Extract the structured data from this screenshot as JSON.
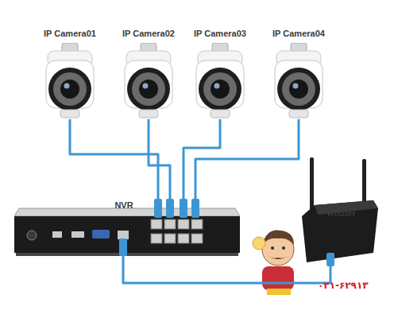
{
  "diagram": {
    "nodes": [
      {
        "text": [
          "IP Camera01"
        ]
      },
      {
        "text": [
          "IP Camera02"
        ]
      },
      {
        "text": [
          "IP Camera03"
        ]
      },
      {
        "text": [
          "IP Camera04"
        ]
      },
      {
        "text": [
          "NVR"
        ]
      },
      {
        "text": [
          "Router"
        ]
      }
    ],
    "edges": [
      {
        "from": 0,
        "to": 4,
        "arrow": "none"
      },
      {
        "from": 1,
        "to": 4,
        "arrow": "none"
      },
      {
        "from": 2,
        "to": 4,
        "arrow": "none"
      },
      {
        "from": 3,
        "to": 4,
        "arrow": "none"
      },
      {
        "from": 4,
        "to": 5,
        "arrow": "none"
      }
    ],
    "labels": [
      "۰۲۱-۶۲۹۱۳"
    ]
  }
}
